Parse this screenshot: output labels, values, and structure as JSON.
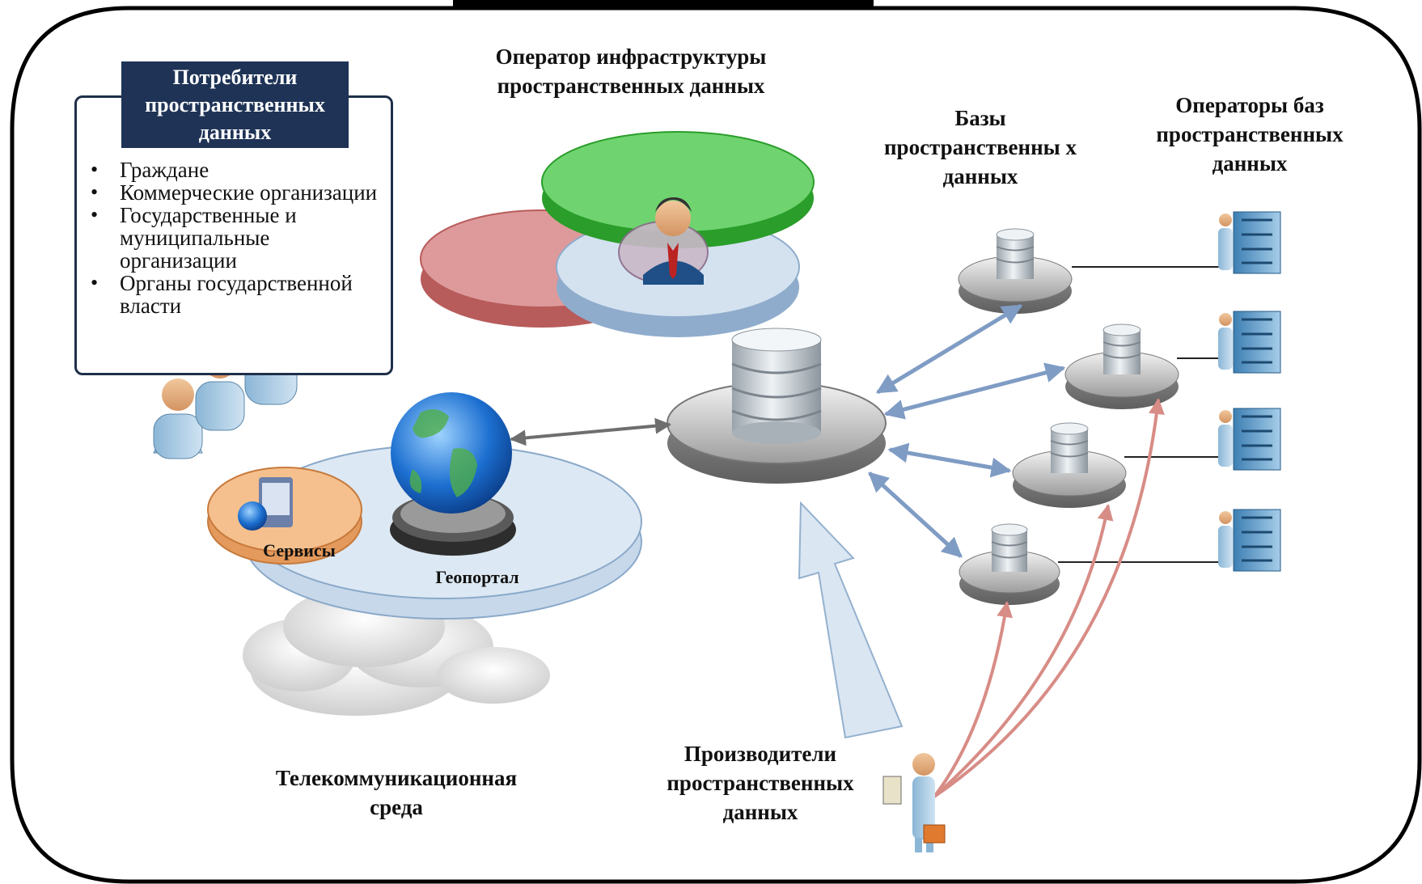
{
  "header_partial_text": "",
  "consumers": {
    "title": "Потребители пространственных данных",
    "items": [
      "Граждане",
      "Коммерческие организации",
      "Государственные и муниципальные организации",
      "Органы государственной власти"
    ]
  },
  "labels": {
    "operator": "Оператор инфраструктуры пространственных данных",
    "databases": "Базы пространственны х данных",
    "db_operators": "Операторы баз пространственных данных",
    "services": "Сервисы",
    "geoportal": "Геопортал",
    "telecom": "Телекоммуникационная среда",
    "producers": "Производители пространственных данных"
  },
  "colors": {
    "frame": "#000000",
    "title_box": "#1f3356",
    "blue_arrow": "#7f9cc4",
    "red_arrow": "#d88c86",
    "gray_arrow": "#6e6e6e",
    "disk_gray": "#b9b9b9",
    "green_sector": "#3dbb3d",
    "red_sector": "#d98c8c",
    "blue_sector": "#c9d9ea",
    "orange_sector": "#f0b27a"
  },
  "icons": [
    "person-icon",
    "database-icon",
    "server-rack-icon",
    "globe-icon",
    "cloud-icon",
    "operator-person-icon"
  ]
}
